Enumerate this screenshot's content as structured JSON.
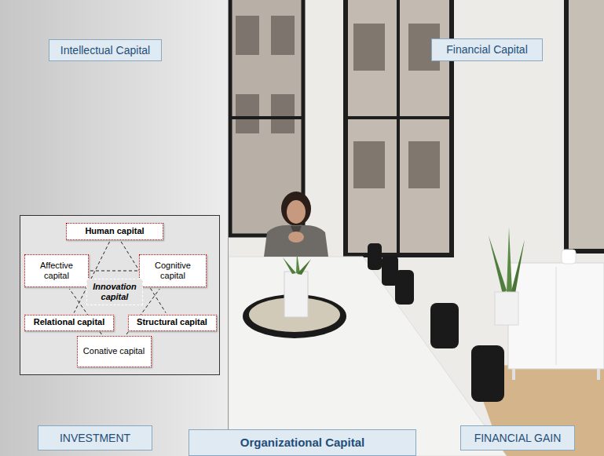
{
  "diagram": {
    "nodes": [
      {
        "text": [
          "Intellectual Capital"
        ]
      },
      {
        "text": [
          "Financial Capital"
        ]
      },
      {
        "text": [
          "Human capital"
        ]
      },
      {
        "text": [
          "Affective capital"
        ]
      },
      {
        "text": [
          "Cognitive capital"
        ]
      },
      {
        "text": [
          "Innovation capital"
        ]
      },
      {
        "text": [
          "Relational capital"
        ]
      },
      {
        "text": [
          "Structural capital"
        ]
      },
      {
        "text": [
          "Conative capital"
        ]
      },
      {
        "text": [
          "INVESTMENT"
        ]
      },
      {
        "text": [
          "Organizational Capital"
        ]
      },
      {
        "text": [
          "FINANCIAL GAIN"
        ]
      }
    ],
    "edges": [
      {
        "from": 2,
        "to": 6,
        "arrow": "none"
      },
      {
        "from": 2,
        "to": 7,
        "arrow": "none"
      },
      {
        "from": 8,
        "to": 3,
        "arrow": "none"
      },
      {
        "from": 8,
        "to": 4,
        "arrow": "none"
      },
      {
        "from": 3,
        "to": 4,
        "arrow": "none"
      }
    ]
  }
}
